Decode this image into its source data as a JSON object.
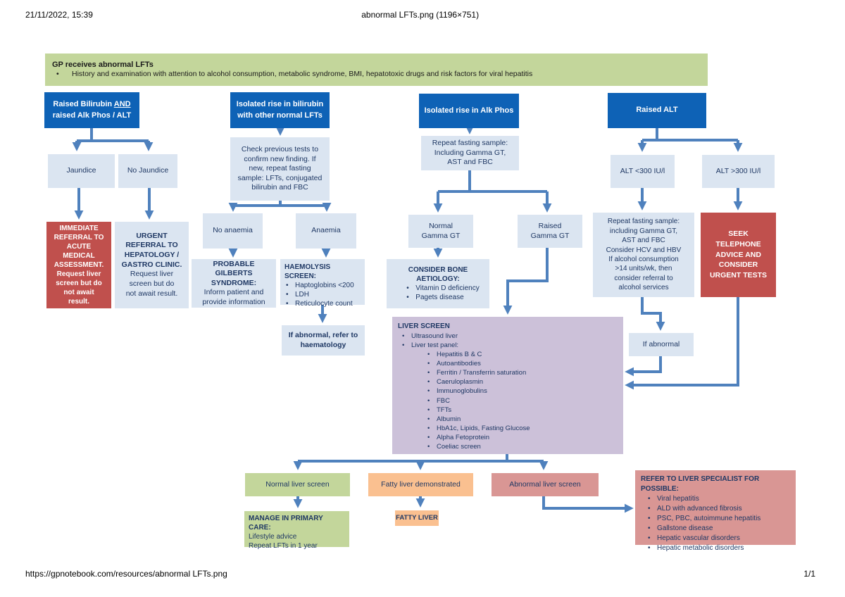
{
  "page": {
    "printed_date": "21/11/2022, 15:39",
    "document_title": "abnormal LFTs.png (1196×751)",
    "source_url": "https://gpnotebook.com/resources/abnormal LFTs.png",
    "page_number": "1/1"
  },
  "colors": {
    "header-blue": "#0e62b6",
    "light-blue": "#dbe5f1",
    "alert-red": "#c0504d",
    "pink-red": "#d99694",
    "green": "#c3d69b",
    "orange": "#fac090",
    "purple": "#ccc1d9",
    "arrow": "#4f81bd",
    "navy-text": "#1f3864"
  },
  "intro": {
    "title": "GP receives abnormal LFTs",
    "bullets": [
      "History and examination with attention to alcohol consumption, metabolic syndrome, BMI, hepatotoxic drugs and risk factors for viral hepatitis"
    ]
  },
  "bilirubin_alkphos_branch": {
    "header": {
      "pre": "Raised Bilirubin ",
      "emph": "AND",
      "line2": "raised Alk Phos / ALT"
    },
    "jaundice": "Jaundice",
    "no_jaundice": "No Jaundice",
    "immediate_referral": "IMMEDIATE\nREFERRAL TO\nACUTE\nMEDICAL\nASSESSMENT.\nRequest liver\nscreen but do\nnot await\nresult.",
    "urgent_referral_title": "URGENT\nREFERRAL TO\nHEPATOLOGY /\nGASTRO CLINIC.",
    "urgent_referral_body": "Request liver\nscreen but do\nnot await result."
  },
  "bilirubin_isolated_branch": {
    "header": "Isolated rise in bilirubin\nwith other normal LFTs",
    "check_previous": "Check previous tests to confirm new finding. If new, repeat fasting sample: LFTs, conjugated bilirubin and FBC",
    "no_anaemia": "No anaemia",
    "anaemia": "Anaemia",
    "gilberts_title": "PROBABLE\nGILBERTS\nSYNDROME:",
    "gilberts_body": "Inform patient and\nprovide information",
    "haemolysis_title": "HAEMOLYSIS SCREEN:",
    "haemolysis_items": [
      "Haptoglobins <200",
      "LDH",
      "Reticulocyte count"
    ],
    "if_abnormal": "If abnormal, refer to\nhaematology"
  },
  "alkphos_branch": {
    "header": "Isolated rise in Alk Phos",
    "repeat_fasting": "Repeat fasting sample:\nIncluding  Gamma GT,\nAST and FBC",
    "normal_ggt": "Normal\nGamma GT",
    "raised_ggt": "Raised\nGamma GT",
    "bone_title": "CONSIDER BONE\nAETIOLOGY:",
    "bone_items": [
      "Vitamin D deficiency",
      "Pagets disease"
    ]
  },
  "alt_branch": {
    "header": "Raised ALT",
    "alt_low": "ALT <300 IU/l",
    "alt_high": "ALT >300 IU/l",
    "repeat_fasting": "Repeat fasting sample:\nincluding  Gamma GT,\nAST and FBC\nConsider HCV and HBV\nIf alcohol consumption\n>14 units/wk, then\nconsider referral to\nalcohol services",
    "seek": "SEEK\nTELEPHONE\nADVICE AND\nCONSIDER\nURGENT TESTS",
    "if_abnormal": "If abnormal"
  },
  "liver_screen": {
    "title": "LIVER SCREEN",
    "items": [
      "Ultrasound liver",
      "Liver test panel:"
    ],
    "panel_items": [
      "Hepatitis B & C",
      "Autoantibodies",
      "Ferritin / Transferrin saturation",
      "Caeruloplasmin",
      "Immunoglobulins",
      "FBC",
      "TFTs",
      "Albumin",
      "HbA1c, Lipids, Fasting Glucose",
      "Alpha Fetoprotein",
      "Coeliac screen"
    ]
  },
  "outcomes": {
    "normal": "Normal liver screen",
    "fatty": "Fatty liver demonstrated",
    "abnormal": "Abnormal liver screen",
    "manage_title": "MANAGE IN PRIMARY CARE:",
    "manage_body": "Lifestyle advice\nRepeat LFTs in 1 year",
    "fatty_liver": "FATTY LIVER",
    "refer_title": "REFER TO LIVER SPECIALIST FOR POSSIBLE:",
    "refer_items": [
      "Viral hepatitis",
      "ALD with advanced fibrosis",
      "PSC, PBC, autoimmune hepatitis",
      "Gallstone disease",
      "Hepatic vascular disorders",
      "Hepatic metabolic disorders"
    ]
  }
}
